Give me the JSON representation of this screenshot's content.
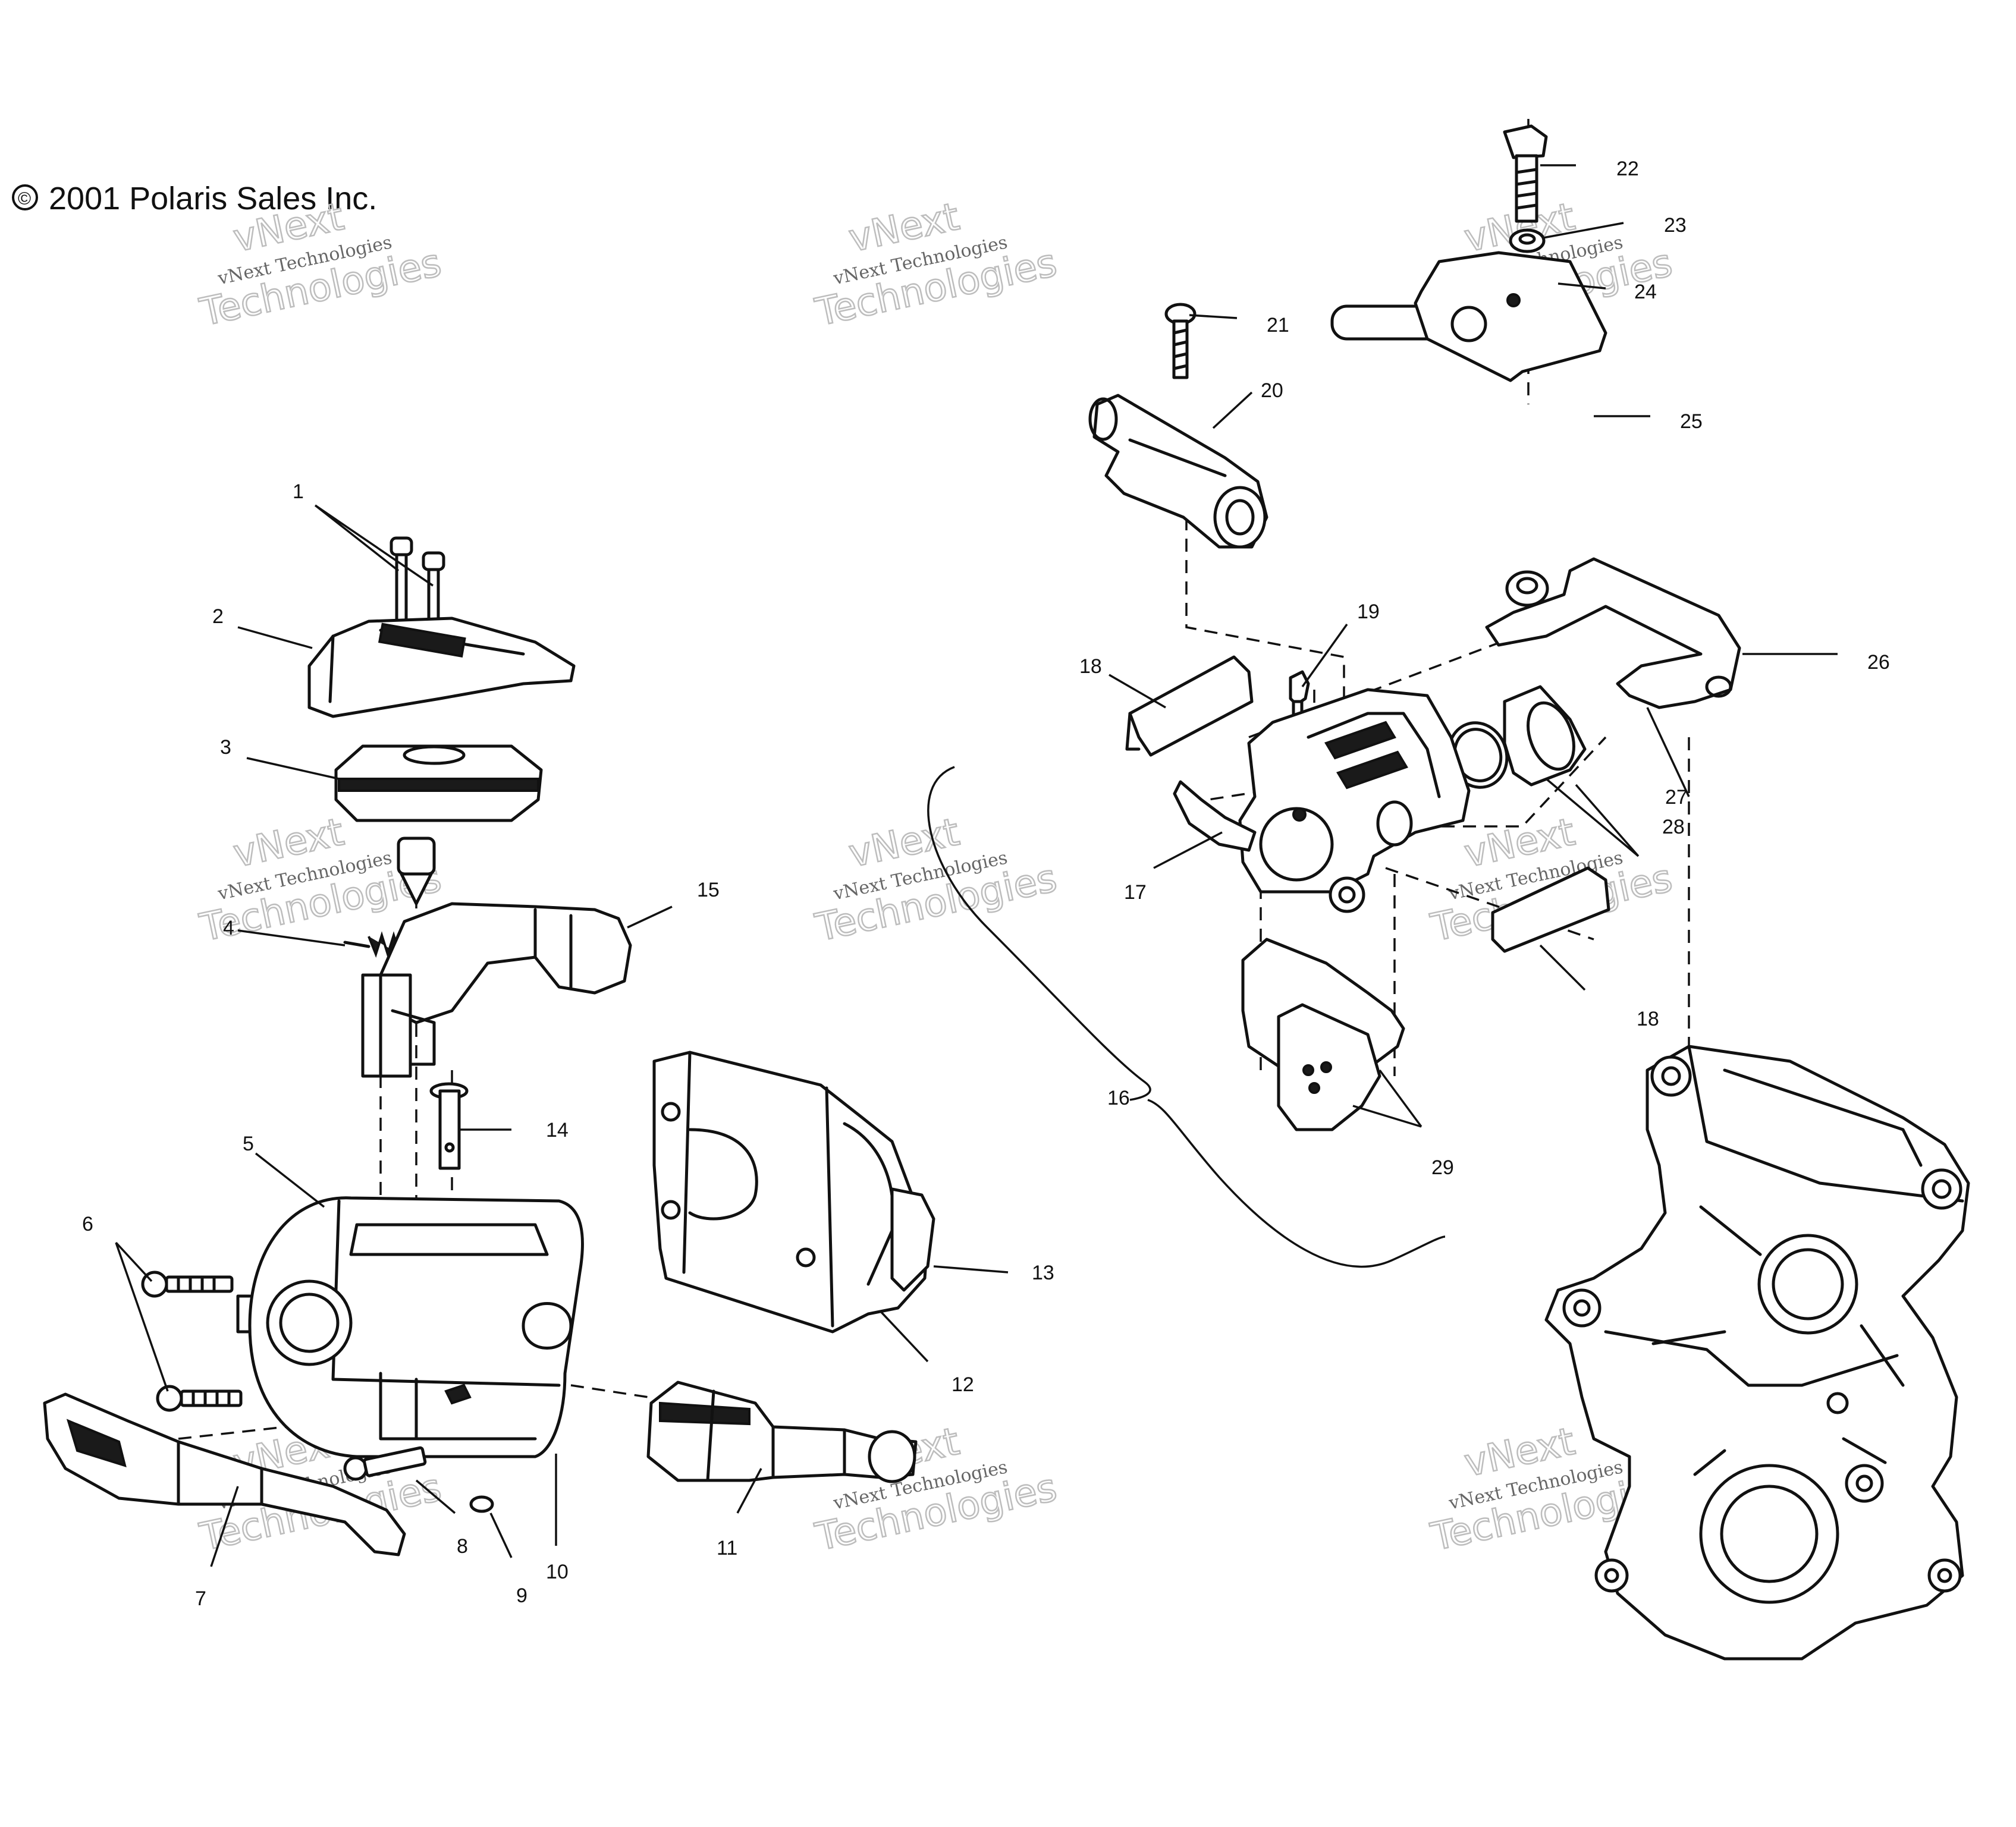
{
  "copyright": {
    "symbol": "©",
    "text": "2001 Polaris Sales Inc."
  },
  "watermark": {
    "brand_top": "vNext",
    "line_small": "vNext Technologies",
    "line_big": "Technologies"
  },
  "callouts": [
    "1",
    "2",
    "3",
    "4",
    "5",
    "6",
    "7",
    "8",
    "9",
    "10",
    "11",
    "12",
    "13",
    "14",
    "15",
    "16",
    "17",
    "18",
    "18",
    "19",
    "20",
    "21",
    "22",
    "23",
    "24",
    "25",
    "26",
    "27",
    "28",
    "29"
  ]
}
